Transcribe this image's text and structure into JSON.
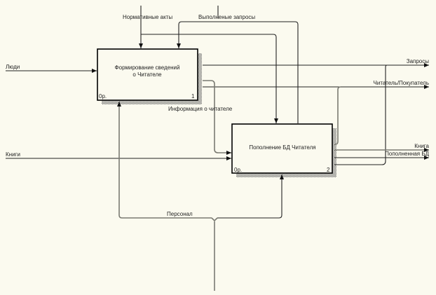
{
  "diagram": {
    "type": "IDEF0",
    "background_color": "#fbfaef",
    "activities": [
      {
        "id": "1",
        "title_line1": "Формирование сведений",
        "title_line2": "о Читателе",
        "cost": "0р.",
        "number": "1"
      },
      {
        "id": "2",
        "title_line1": "Пополнение БД Читателя",
        "title_line2": "",
        "cost": "0р.",
        "number": "2"
      }
    ],
    "arrows": {
      "normative_acts": "Нормативные акты",
      "completed_requests": "Выполненые запросы",
      "people": "Люди",
      "books": "Книги",
      "requests": "Запросы",
      "readers_buyers": "Читатель/Покупатель",
      "reader_info": "Информация о читателе",
      "book": "Книга",
      "updated_db": "Пополненная БД",
      "staff": "Персонал"
    }
  }
}
